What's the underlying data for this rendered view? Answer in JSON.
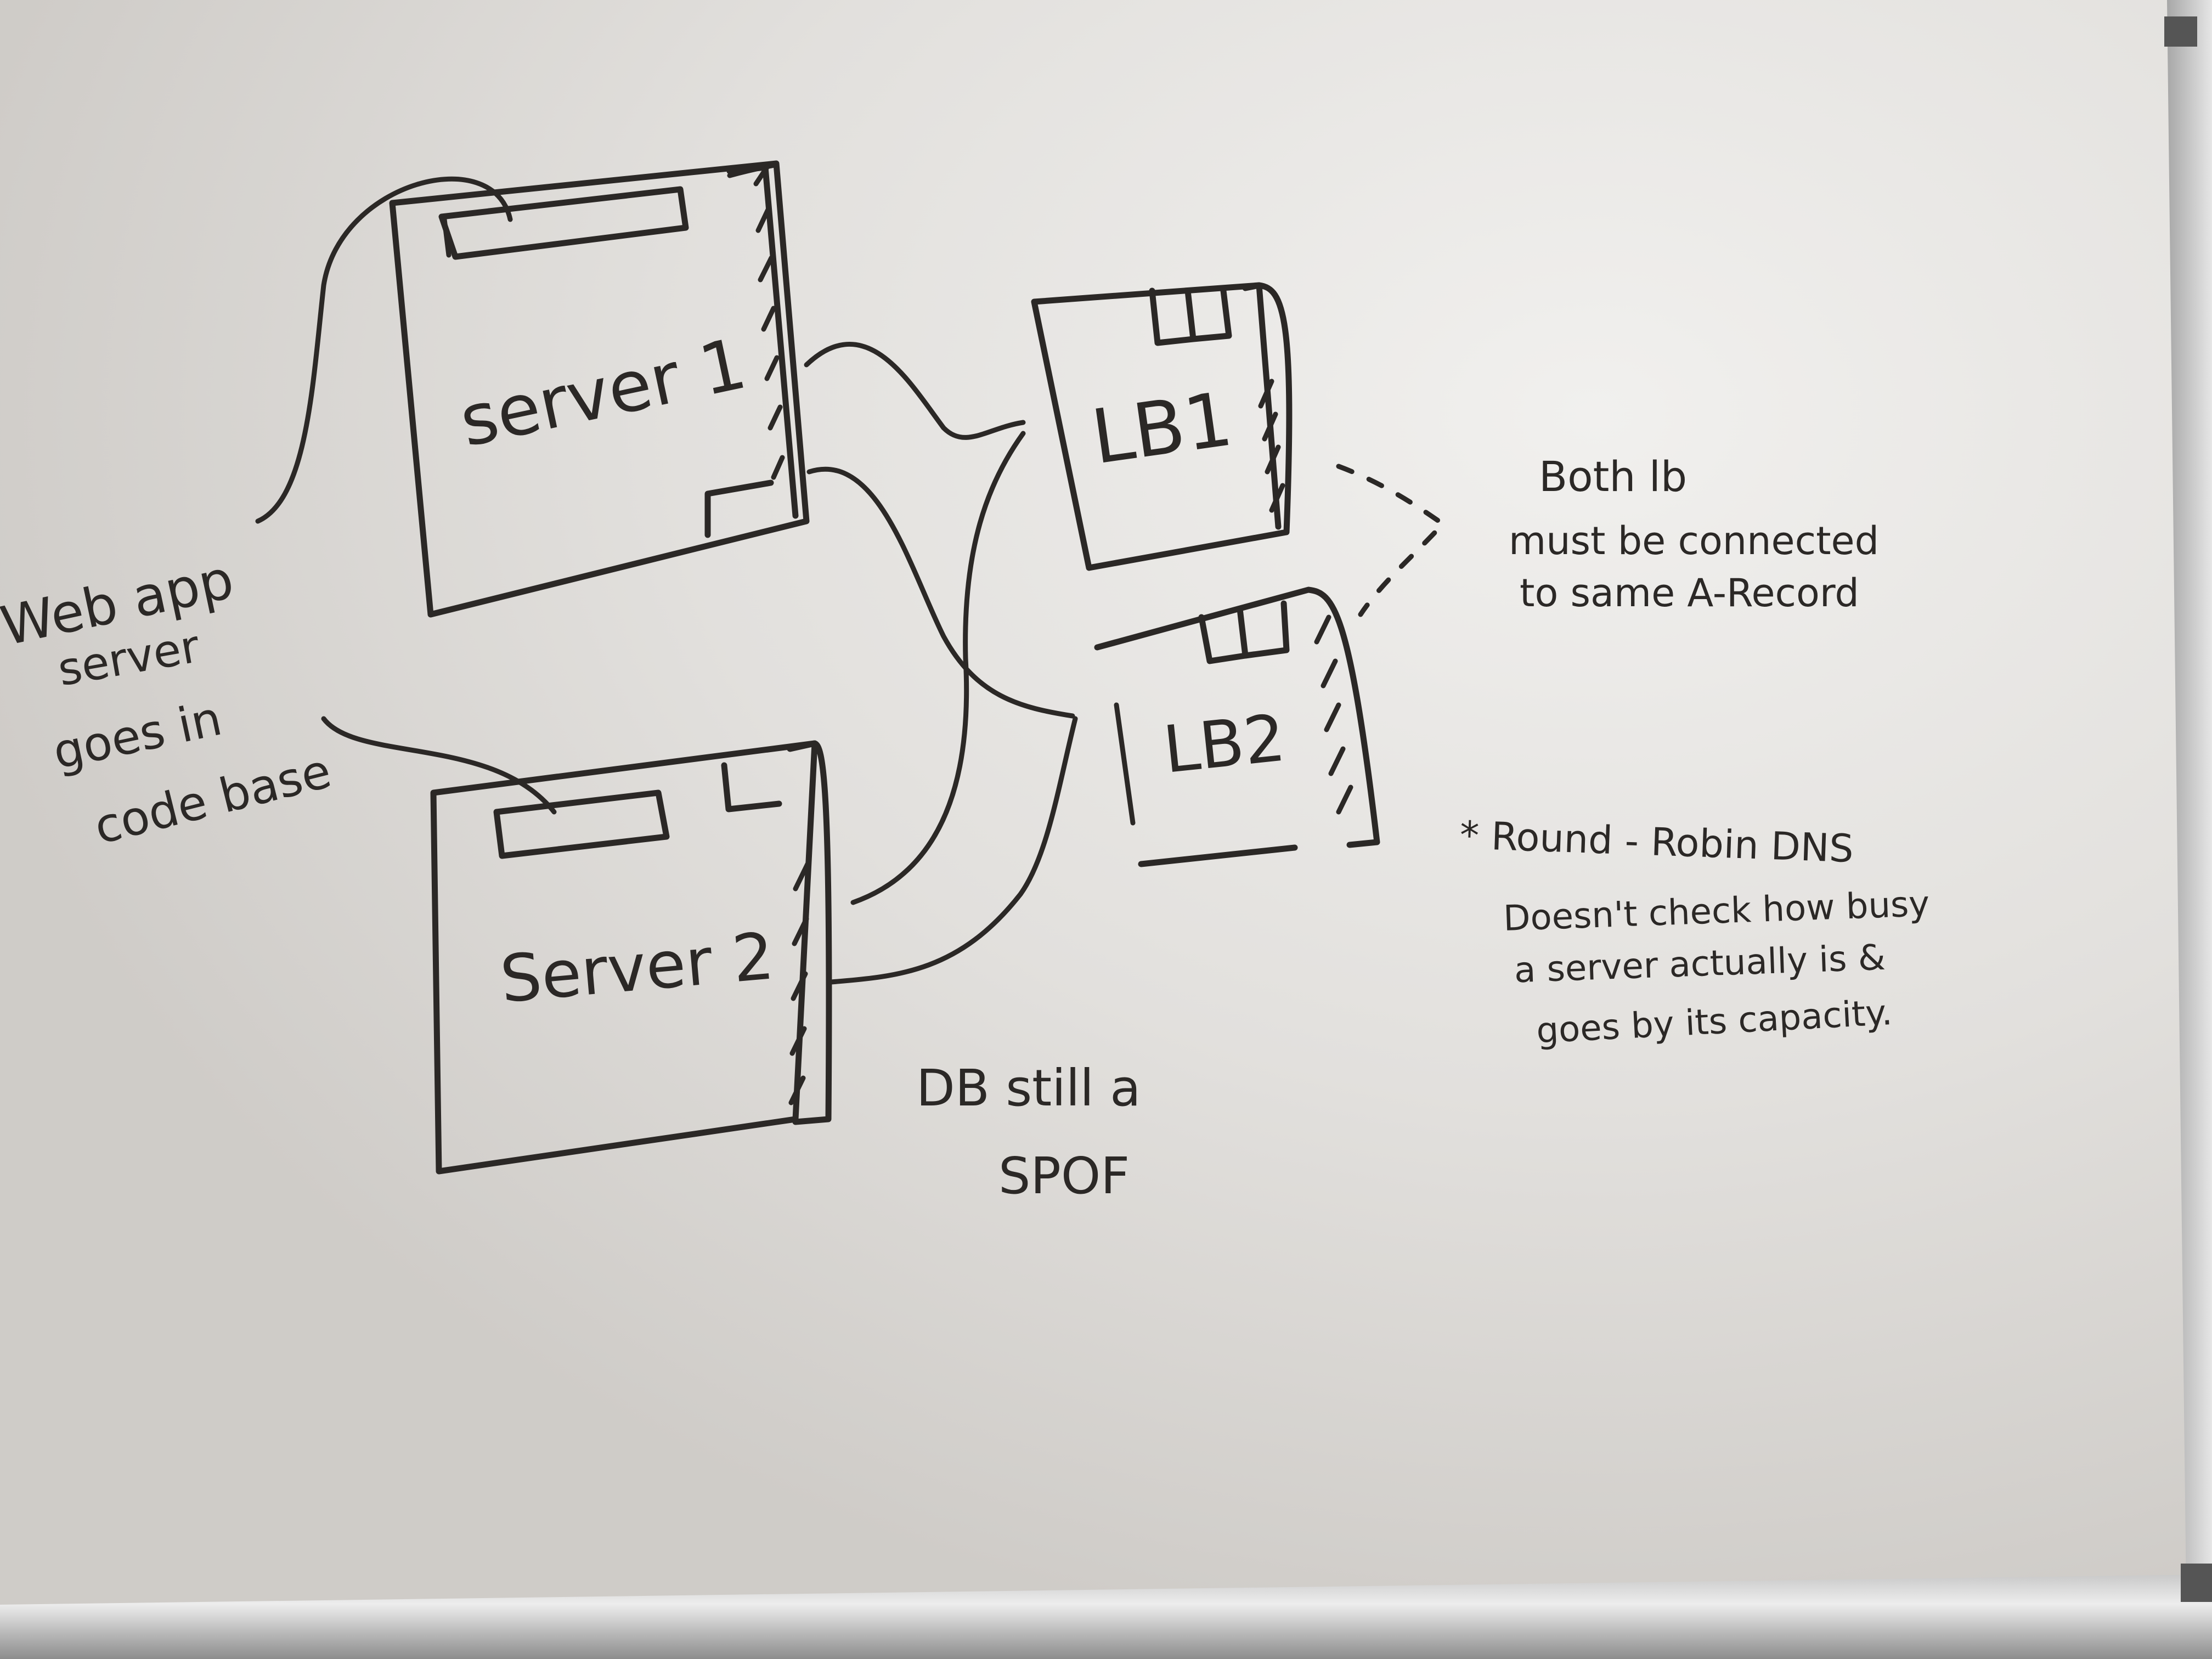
{
  "diagram": {
    "nodes": {
      "server1": {
        "label": "server 1"
      },
      "server2": {
        "label": "Server 2"
      },
      "lb1": {
        "label": "LB1"
      },
      "lb2": {
        "label": "LB2"
      }
    },
    "notes": {
      "web_app": [
        "Web app",
        "server",
        "goes in",
        "code base"
      ],
      "both_lb": [
        "Both lb",
        "must be connected",
        "to same A-Record"
      ],
      "db_spof": [
        "DB still a",
        "SPOF"
      ],
      "round_robin": [
        "* Round - Robin DNS",
        "Doesn't check how busy",
        "a server actually is &",
        "goes by its capacity."
      ]
    },
    "connections": [
      {
        "from": "server1",
        "to": "lb1"
      },
      {
        "from": "server1",
        "to": "lb2"
      },
      {
        "from": "server2",
        "to": "lb1"
      },
      {
        "from": "server2",
        "to": "lb2"
      },
      {
        "from": "lb1",
        "to": "lb2",
        "style": "dashed"
      }
    ],
    "colors": {
      "ink": "#2b2826",
      "board": "#e4e2df",
      "frame": "#a9a9a9"
    }
  }
}
